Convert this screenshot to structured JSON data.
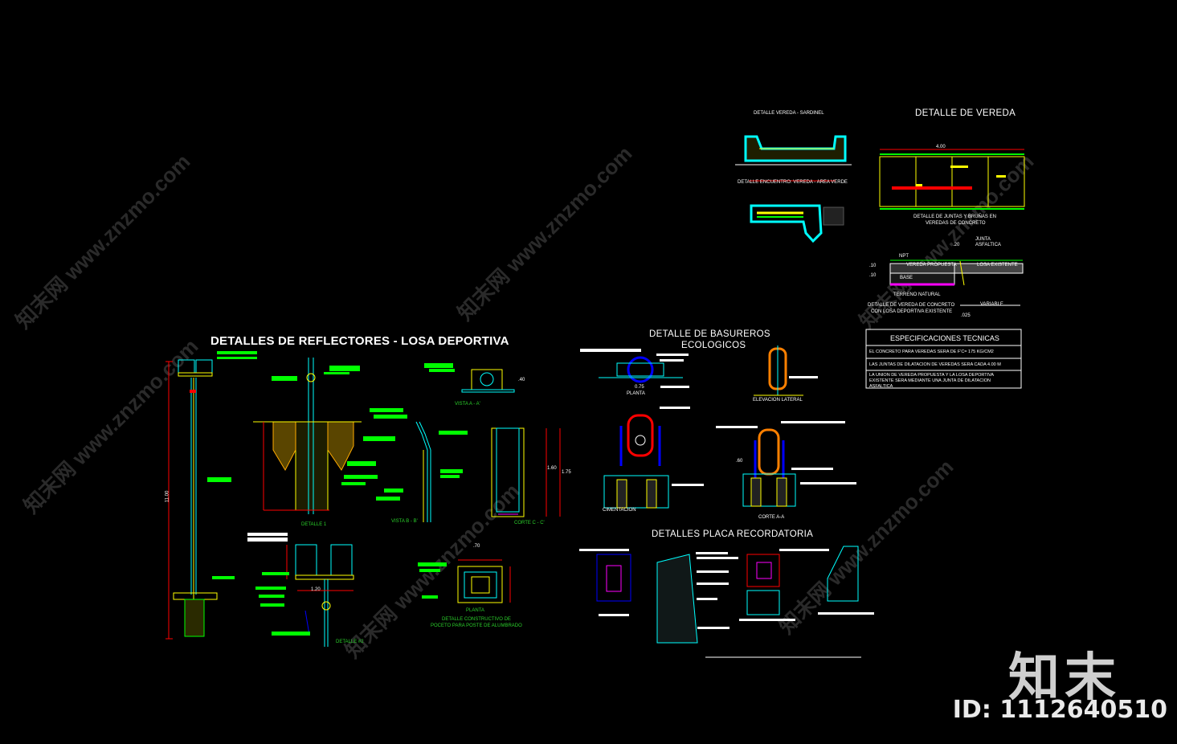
{
  "titles": {
    "reflectores": "DETALLES DE REFLECTORES - LOSA DEPORTIVA",
    "vereda": "DETALLE DE VEREDA",
    "basureros_l1": "DETALLE DE BASUREROS",
    "basureros_l2": "ECOLOGICOS",
    "placa": "DETALLES PLACA RECORDATORIA",
    "especificaciones": "ESPECIFICACIONES TECNICAS"
  },
  "specs": [
    "EL CONCRETO PARA VEREDAS SERA DE F'C= 175 KG/CM2",
    "LAS JUNTAS DE DILATACION DE VEREDAS SERA CADA 4.00 M",
    "LA UNION DE VEREDA PROPUESTA Y LA LOSA DEPORTIVA EXISTENTE SERA MEDIANTE UNA JUNTA DE DILATACION ASFALTICA"
  ],
  "labels": {
    "detalle_1": "DETALLE 1",
    "detalle_2": "DETALLE #2",
    "vista_aa": "VISTA A - A'",
    "vista_bb": "VISTA B - B'",
    "corte_cc": "CORTE C - C'",
    "planta": "PLANTA",
    "pocito_l1": "DETALLE CONSTRUCTIVO DE",
    "pocito_l2": "POCETO PARA POSTE DE ALUMBRADO",
    "planta2": "PLANTA",
    "elev_lat": "ELEVACION LATERAL",
    "cimentacion": "CIMENTACION",
    "corte_aa": "CORTE A-A",
    "vereda_sardinel": "DETALLE VEREDA - SARDINEL",
    "encuentro": "DETALLE ENCUENTRO: VEREDA - AREA VERDE",
    "juntas_l1": "DETALLE DE JUNTAS Y BRUÑAS EN",
    "juntas_l2": "VEREDAS DE CONCRETO",
    "vereda_conc_l1": "DETALLE DE VEREDA DE CONCRETO",
    "vereda_conc_l2": "CON LOSA DEPORTIVA EXISTENTE",
    "npt": "NPT",
    "junta_asf_l1": "JUNTA",
    "junta_asf_l2": "ASFALTICA",
    "vereda_prop": "VEREDA PROPUESTA",
    "losa_exist": "LOSA EXISTENTE",
    "base": "BASE",
    "terreno": "TERRENO NATURAL",
    "variable": "VARIABLE",
    "dim_400": "4.00",
    "dim_20": ".20",
    "dim_10a": ".10",
    "dim_10b": ".10",
    "dim_025": ".025",
    "dim_175": "1.75",
    "dim_160": "1.60",
    "dim_140": ".40",
    "dim_075": "0.75",
    "dim_070": ".70",
    "dim_120": "1.20",
    "dim_060": ".60",
    "dim_h": "11.00"
  },
  "watermark": {
    "text": "知末网 www.znzmo.com",
    "brand": "知末",
    "id": "ID: 1112640510"
  },
  "colors": {
    "background": "#000000",
    "cad_green": "#00ff00",
    "cad_yellow": "#ffff00",
    "cad_cyan": "#00ffff",
    "cad_red": "#ff0000",
    "cad_blue": "#0000ff",
    "cad_magenta": "#ff00ff",
    "cad_orange": "#ff8000"
  }
}
